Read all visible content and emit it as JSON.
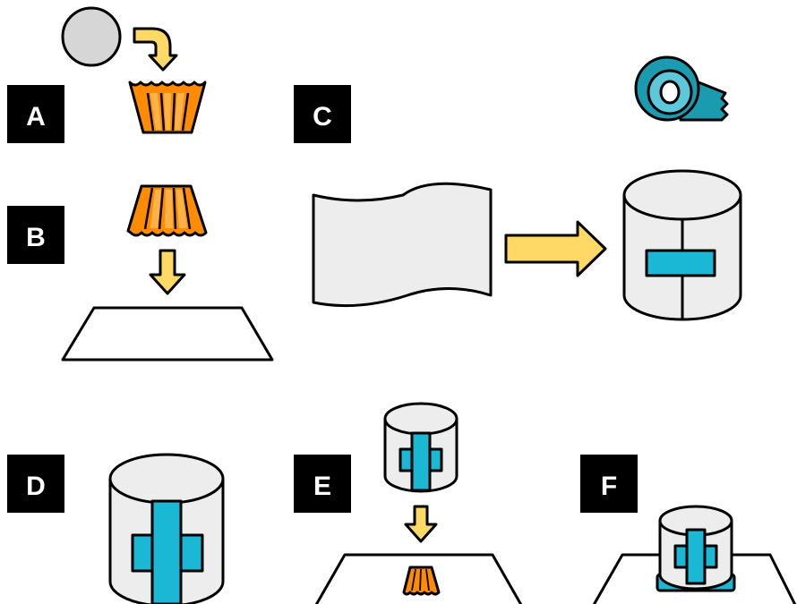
{
  "steps": {
    "a": {
      "label": "A"
    },
    "b": {
      "label": "B"
    },
    "c": {
      "label": "C"
    },
    "d": {
      "label": "D"
    },
    "e": {
      "label": "E"
    },
    "f": {
      "label": "F"
    }
  },
  "colors": {
    "arrow_fill": "#FFD966",
    "cyan_part": "#1AB8D4",
    "teal_tape": "#1A9BB0",
    "cylinder_fill": "#EDEDED",
    "disc_fill": "#D6D6D6",
    "cup_orange": "#FF8C00",
    "cup_light": "#FFB347",
    "outline": "#000000"
  },
  "icons": [
    "round-disc-icon",
    "curved-arrow-icon",
    "pleated-cup-icon",
    "tape-roll-icon",
    "paper-sheet-icon",
    "cylinder-icon",
    "surface-icon"
  ]
}
